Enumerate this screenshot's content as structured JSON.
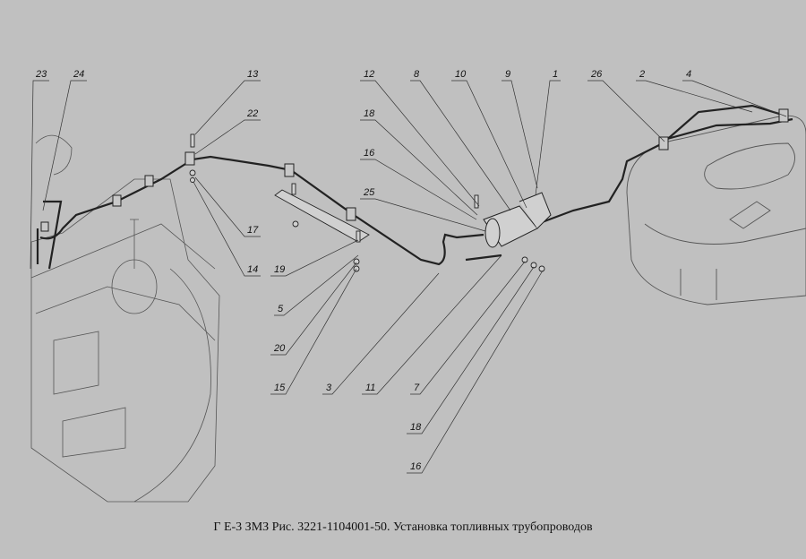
{
  "caption": "Г Е-3 ЗМЗ Рис. 3221-1104001-50. Установка топливных трубопроводов",
  "labels": [
    "23",
    "24",
    "13",
    "22",
    "17",
    "14",
    "19",
    "5",
    "20",
    "15",
    "3",
    "11",
    "12",
    "18",
    "16",
    "25",
    "8",
    "10",
    "9",
    "1",
    "26",
    "2",
    "4",
    "7",
    "18",
    "16"
  ],
  "colors": {
    "background": "#c0c0c0",
    "line": "#222222",
    "outline": "#555555"
  }
}
